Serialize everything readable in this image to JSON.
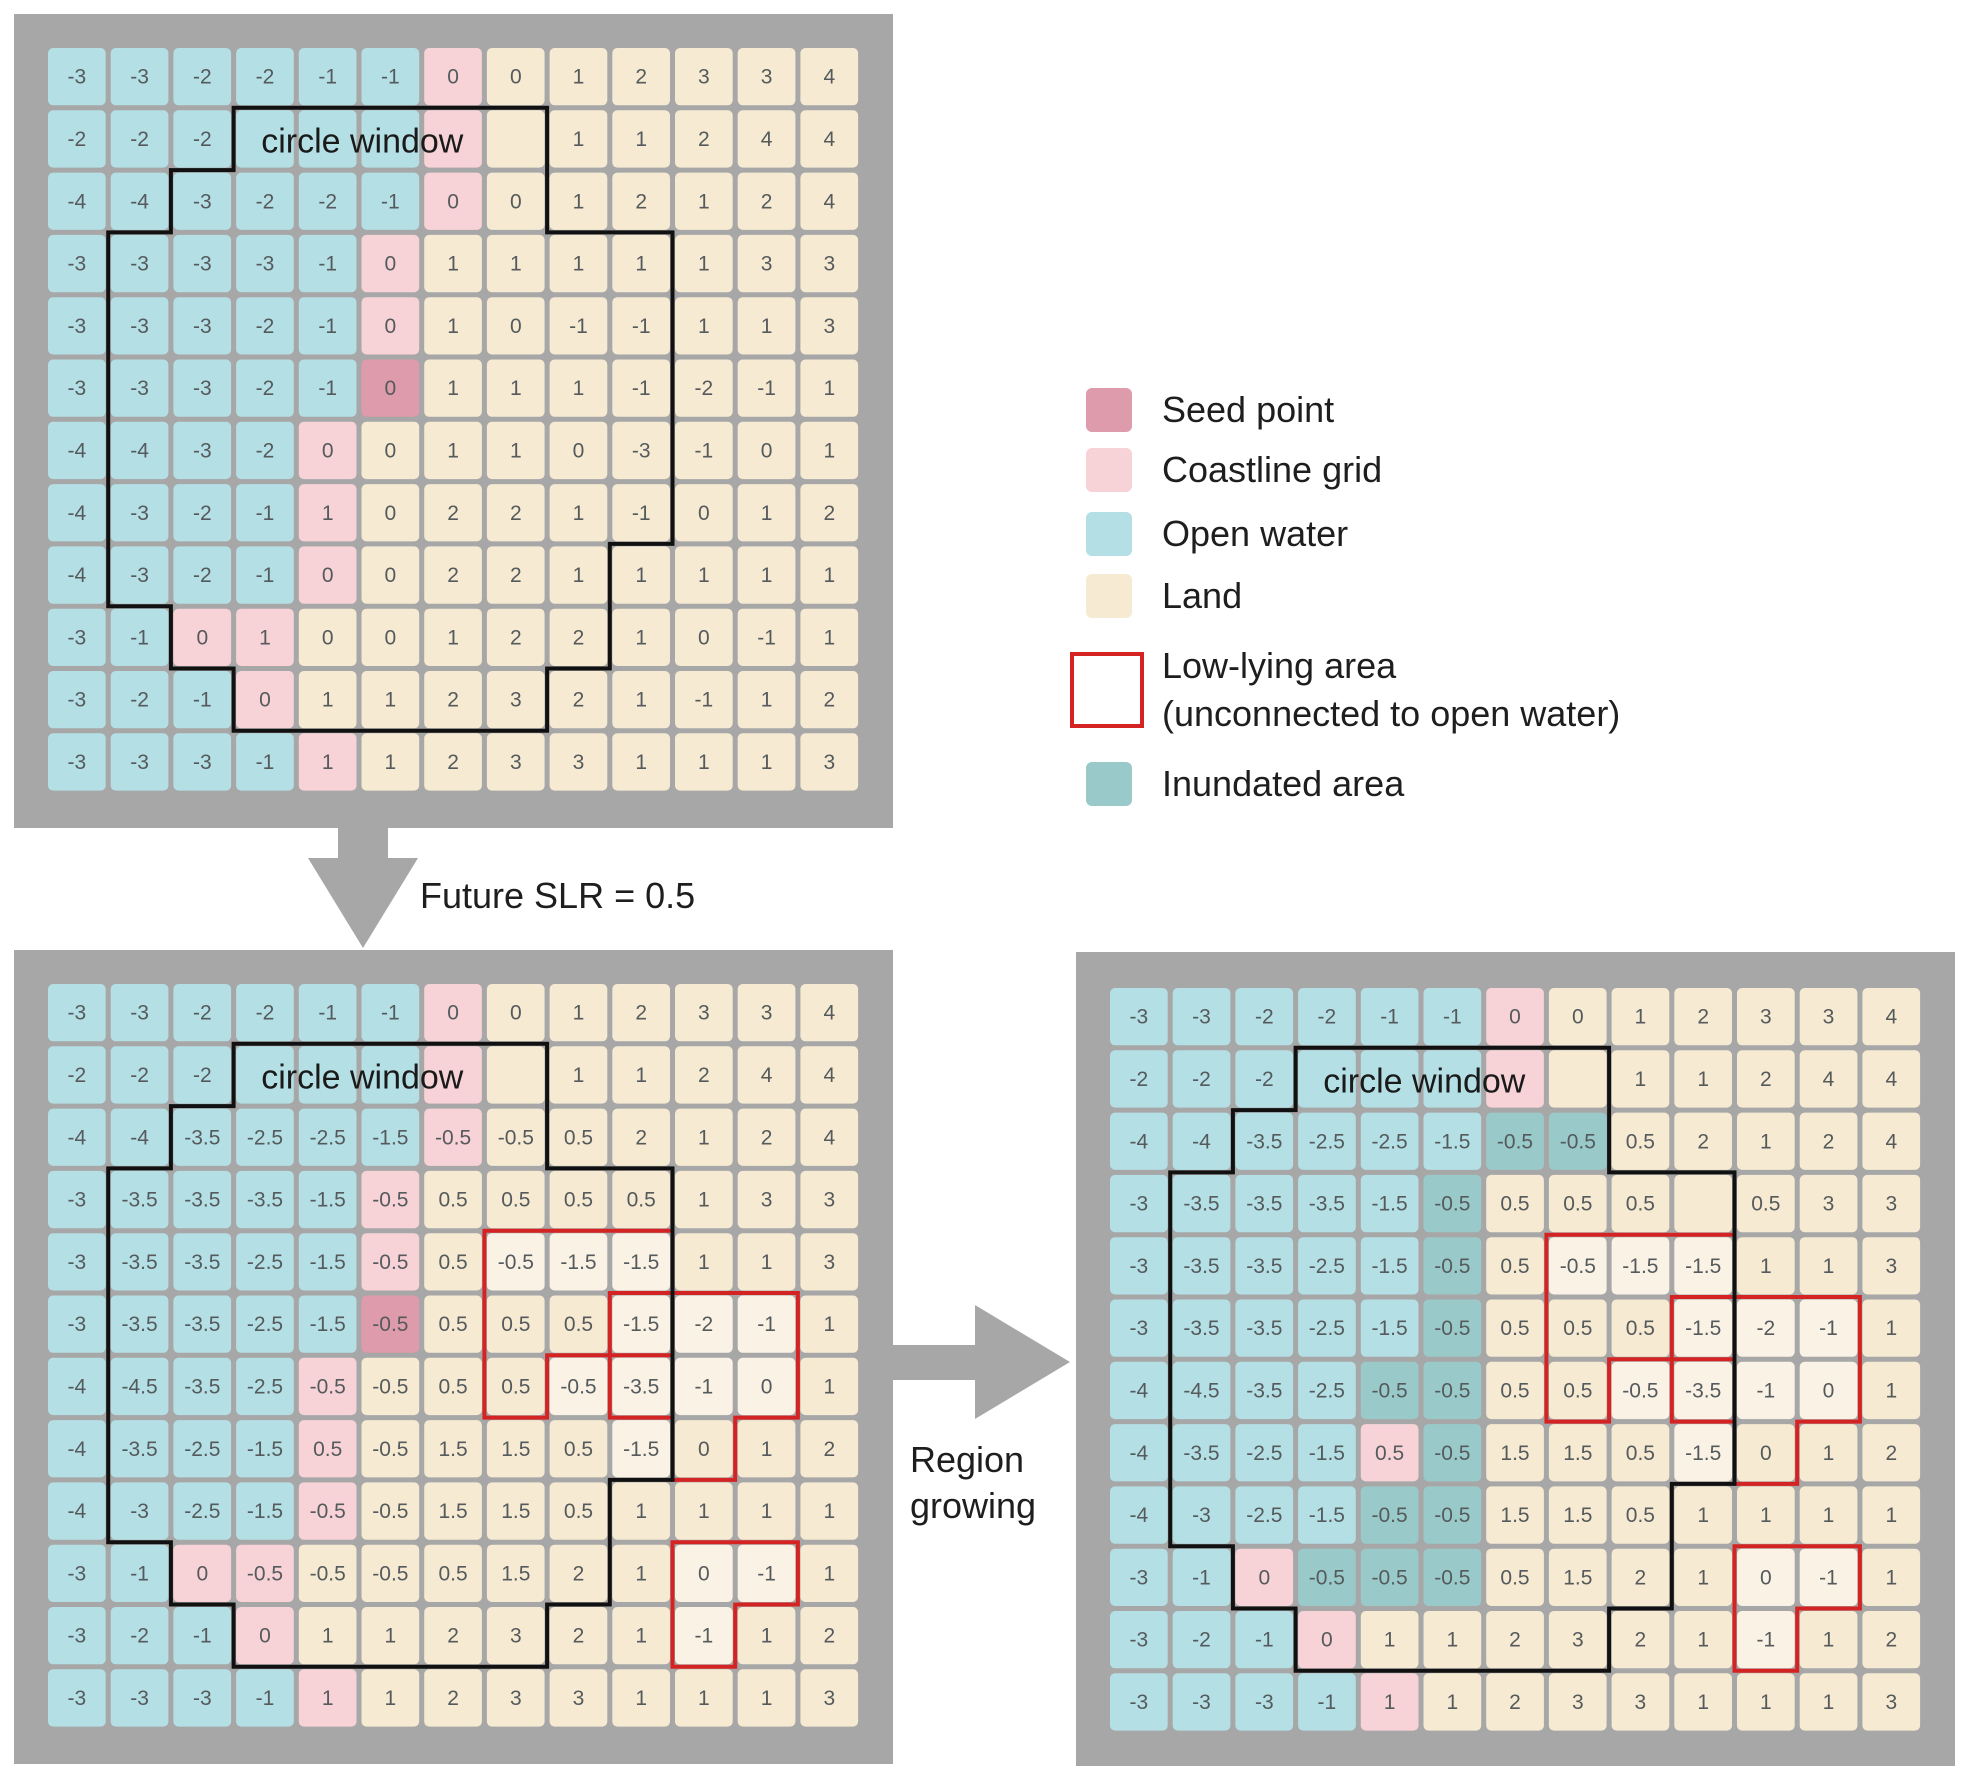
{
  "colors": {
    "seed": "#dd9bab",
    "coast": "#f7d3d8",
    "water": "#b4dfe5",
    "land": "#f6ead2",
    "inundated": "#99cac9",
    "lowlying_fill": "#fbf2e6",
    "panel_bg": "#a7a7a7",
    "window_line": "#111111",
    "lowlying_line": "#d42323",
    "arrow": "#a7a7a7"
  },
  "panels": [
    {
      "window_label": "circle window",
      "grid": [
        [
          "-3",
          "-3",
          "-2",
          "-2",
          "-1",
          "-1",
          "0",
          "0",
          "1",
          "2",
          "3",
          "3",
          "4"
        ],
        [
          "-2",
          "-2",
          "-2",
          "",
          "",
          "",
          "",
          "",
          "1",
          "1",
          "2",
          "4",
          "4"
        ],
        [
          "-4",
          "-4",
          "-3",
          "-2",
          "-2",
          "-1",
          "0",
          "0",
          "1",
          "2",
          "1",
          "2",
          "4"
        ],
        [
          "-3",
          "-3",
          "-3",
          "-3",
          "-1",
          "0",
          "1",
          "1",
          "1",
          "1",
          "1",
          "3",
          "3"
        ],
        [
          "-3",
          "-3",
          "-3",
          "-2",
          "-1",
          "0",
          "1",
          "0",
          "-1",
          "-1",
          "1",
          "1",
          "3"
        ],
        [
          "-3",
          "-3",
          "-3",
          "-2",
          "-1",
          "0",
          "1",
          "1",
          "1",
          "-1",
          "-2",
          "-1",
          "1"
        ],
        [
          "-4",
          "-4",
          "-3",
          "-2",
          "0",
          "0",
          "1",
          "1",
          "0",
          "-3",
          "-1",
          "0",
          "1"
        ],
        [
          "-4",
          "-3",
          "-2",
          "-1",
          "1",
          "0",
          "2",
          "2",
          "1",
          "-1",
          "0",
          "1",
          "2"
        ],
        [
          "-4",
          "-3",
          "-2",
          "-1",
          "0",
          "0",
          "2",
          "2",
          "1",
          "1",
          "1",
          "1",
          "1"
        ],
        [
          "-3",
          "-1",
          "0",
          "1",
          "0",
          "0",
          "1",
          "2",
          "2",
          "1",
          "0",
          "-1",
          "1"
        ],
        [
          "-3",
          "-2",
          "-1",
          "0",
          "1",
          "1",
          "2",
          "3",
          "2",
          "1",
          "-1",
          "1",
          "2"
        ],
        [
          "-3",
          "-3",
          "-3",
          "-1",
          "1",
          "1",
          "2",
          "3",
          "3",
          "1",
          "1",
          "1",
          "3"
        ]
      ],
      "types": [
        "WWWWWWCLLLLLL",
        "WWWWWWCLLLLLL",
        "WWWWWWCLLLLLL",
        "WWWWWCLLLLLLL",
        "WWWWWCLLLLLLL",
        "WWWWWSLLLLLLL",
        "WWWWCLLLLLLLL",
        "WWWWCLLLLLLLL",
        "WWWWCLLLLLLLL",
        "WWCCLLLLLLLLL",
        "WWWCLLLLLLLLL",
        "WWWWCLLLLLLLL"
      ]
    },
    {
      "window_label": "circle window",
      "grid": [
        [
          "-3",
          "-3",
          "-2",
          "-2",
          "-1",
          "-1",
          "0",
          "0",
          "1",
          "2",
          "3",
          "3",
          "4"
        ],
        [
          "-2",
          "-2",
          "-2",
          "",
          "",
          "",
          "",
          "",
          "1",
          "1",
          "2",
          "4",
          "4"
        ],
        [
          "-4",
          "-4",
          "-3.5",
          "-2.5",
          "-2.5",
          "-1.5",
          "-0.5",
          "-0.5",
          "0.5",
          "2",
          "1",
          "2",
          "4"
        ],
        [
          "-3",
          "-3.5",
          "-3.5",
          "-3.5",
          "-1.5",
          "-0.5",
          "0.5",
          "0.5",
          "0.5",
          "0.5",
          "1",
          "3",
          "3"
        ],
        [
          "-3",
          "-3.5",
          "-3.5",
          "-2.5",
          "-1.5",
          "-0.5",
          "0.5",
          "-0.5",
          "-1.5",
          "-1.5",
          "1",
          "1",
          "3"
        ],
        [
          "-3",
          "-3.5",
          "-3.5",
          "-2.5",
          "-1.5",
          "-0.5",
          "0.5",
          "0.5",
          "0.5",
          "-1.5",
          "-2",
          "-1",
          "1"
        ],
        [
          "-4",
          "-4.5",
          "-3.5",
          "-2.5",
          "-0.5",
          "-0.5",
          "0.5",
          "0.5",
          "-0.5",
          "-3.5",
          "-1",
          "0",
          "1"
        ],
        [
          "-4",
          "-3.5",
          "-2.5",
          "-1.5",
          "0.5",
          "-0.5",
          "1.5",
          "1.5",
          "0.5",
          "-1.5",
          "0",
          "1",
          "2"
        ],
        [
          "-4",
          "-3",
          "-2.5",
          "-1.5",
          "-0.5",
          "-0.5",
          "1.5",
          "1.5",
          "0.5",
          "1",
          "1",
          "1",
          "1"
        ],
        [
          "-3",
          "-1",
          "0",
          "-0.5",
          "-0.5",
          "-0.5",
          "0.5",
          "1.5",
          "2",
          "1",
          "0",
          "-1",
          "1"
        ],
        [
          "-3",
          "-2",
          "-1",
          "0",
          "1",
          "1",
          "2",
          "3",
          "2",
          "1",
          "-1",
          "1",
          "2"
        ],
        [
          "-3",
          "-3",
          "-3",
          "-1",
          "1",
          "1",
          "2",
          "3",
          "3",
          "1",
          "1",
          "1",
          "3"
        ]
      ],
      "types": [
        "WWWWWWCLLLLLL",
        "WWWWWWCLLLLLL",
        "WWWWWWCLLLLLL",
        "WWWWWCLLLLLLL",
        "WWWWWCLPPPLLL",
        "WWWWWSLLLPPPL",
        "WWWWCLLLPPPPL",
        "WWWWCLLLLPLLL",
        "WWWWCLLLLLLLL",
        "WWCCLLLLLLPPL",
        "WWWCLLLLLLPLL",
        "WWWWCLLLLLLLL"
      ]
    },
    {
      "window_label": "circle window",
      "grid": [
        [
          "-3",
          "-3",
          "-2",
          "-2",
          "-1",
          "-1",
          "0",
          "0",
          "1",
          "2",
          "3",
          "3",
          "4"
        ],
        [
          "-2",
          "-2",
          "-2",
          "",
          "",
          "",
          "",
          "",
          "1",
          "1",
          "2",
          "4",
          "4"
        ],
        [
          "-4",
          "-4",
          "-3.5",
          "-2.5",
          "-2.5",
          "-1.5",
          "-0.5",
          "-0.5",
          "0.5",
          "2",
          "1",
          "2",
          "4"
        ],
        [
          "-3",
          "-3.5",
          "-3.5",
          "-3.5",
          "-1.5",
          "-0.5",
          "0.5",
          "0.5",
          "0.5",
          "",
          "0.5",
          "3",
          "3"
        ],
        [
          "-3",
          "-3.5",
          "-3.5",
          "-2.5",
          "-1.5",
          "-0.5",
          "0.5",
          "-0.5",
          "-1.5",
          "-1.5",
          "1",
          "1",
          "3"
        ],
        [
          "-3",
          "-3.5",
          "-3.5",
          "-2.5",
          "-1.5",
          "-0.5",
          "0.5",
          "0.5",
          "0.5",
          "-1.5",
          "-2",
          "-1",
          "1"
        ],
        [
          "-4",
          "-4.5",
          "-3.5",
          "-2.5",
          "-0.5",
          "-0.5",
          "0.5",
          "0.5",
          "-0.5",
          "-3.5",
          "-1",
          "0",
          "1"
        ],
        [
          "-4",
          "-3.5",
          "-2.5",
          "-1.5",
          "0.5",
          "-0.5",
          "1.5",
          "1.5",
          "0.5",
          "-1.5",
          "0",
          "1",
          "2"
        ],
        [
          "-4",
          "-3",
          "-2.5",
          "-1.5",
          "-0.5",
          "-0.5",
          "1.5",
          "1.5",
          "0.5",
          "1",
          "1",
          "1",
          "1"
        ],
        [
          "-3",
          "-1",
          "0",
          "-0.5",
          "-0.5",
          "-0.5",
          "0.5",
          "1.5",
          "2",
          "1",
          "0",
          "-1",
          "1"
        ],
        [
          "-3",
          "-2",
          "-1",
          "0",
          "1",
          "1",
          "2",
          "3",
          "2",
          "1",
          "-1",
          "1",
          "2"
        ],
        [
          "-3",
          "-3",
          "-3",
          "-1",
          "1",
          "1",
          "2",
          "3",
          "3",
          "1",
          "1",
          "1",
          "3"
        ]
      ],
      "types": [
        "WWWWWWCLLLLLL",
        "WWWWWWCLLLLLL",
        "WWWWWWIILLLLL",
        "WWWWWILLLLLLL",
        "WWWWWILPPPLLL",
        "WWWWWILLLPPPL",
        "WWWWIILLPPPPL",
        "WWWWCILLLPLLL",
        "WWWWIILLLLLLL",
        "WWCIIILLLLPPL",
        "WWWCLLLLLLPLL",
        "WWWWCLLLLLLLL"
      ]
    }
  ],
  "legend": {
    "seed": "Seed point",
    "coast": "Coastline grid",
    "water": "Open water",
    "land": "Land",
    "lowlying_line1": "Low-lying area",
    "lowlying_line2": "(unconnected to open water)",
    "inundated": "Inundated area"
  },
  "captions": {
    "slr": "Future SLR = 0.5",
    "region_line1": "Region",
    "region_line2": "growing"
  }
}
